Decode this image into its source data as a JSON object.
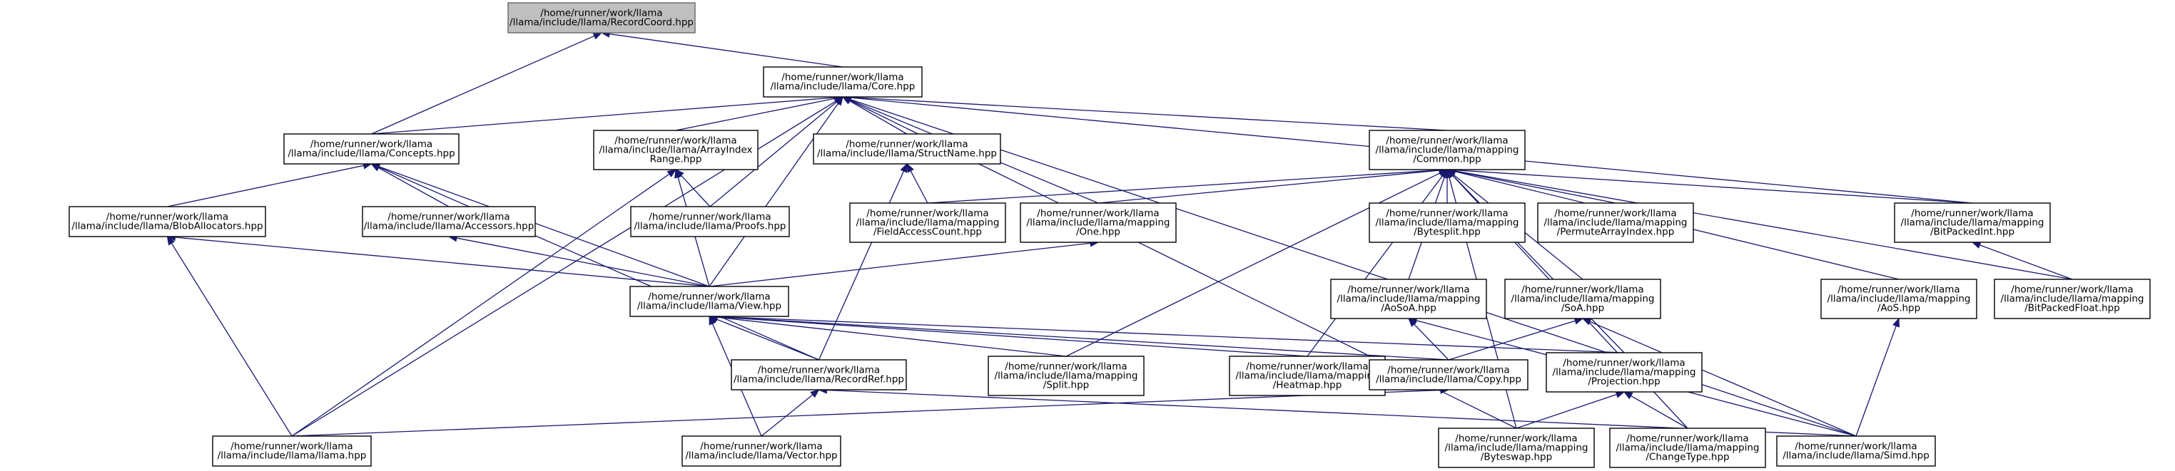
{
  "diagram": {
    "nodes": [
      {
        "id": "RecordCoord",
        "lines": [
          "/home/runner/work/llama",
          "/llama/include/llama/RecordCoord.hpp"
        ],
        "root": true
      },
      {
        "id": "Core",
        "lines": [
          "/home/runner/work/llama",
          "/llama/include/llama/Core.hpp"
        ]
      },
      {
        "id": "Concepts",
        "lines": [
          "/home/runner/work/llama",
          "/llama/include/llama/Concepts.hpp"
        ]
      },
      {
        "id": "ArrayIndexRange",
        "lines": [
          "/home/runner/work/llama",
          "/llama/include/llama/ArrayIndex",
          "Range.hpp"
        ]
      },
      {
        "id": "StructName",
        "lines": [
          "/home/runner/work/llama",
          "/llama/include/llama/StructName.hpp"
        ]
      },
      {
        "id": "Common",
        "lines": [
          "/home/runner/work/llama",
          "/llama/include/llama/mapping",
          "/Common.hpp"
        ]
      },
      {
        "id": "BlobAllocators",
        "lines": [
          "/home/runner/work/llama",
          "/llama/include/llama/BlobAllocators.hpp"
        ]
      },
      {
        "id": "Accessors",
        "lines": [
          "/home/runner/work/llama",
          "/llama/include/llama/Accessors.hpp"
        ]
      },
      {
        "id": "Proofs",
        "lines": [
          "/home/runner/work/llama",
          "/llama/include/llama/Proofs.hpp"
        ]
      },
      {
        "id": "FieldAccessCount",
        "lines": [
          "/home/runner/work/llama",
          "/llama/include/llama/mapping",
          "/FieldAccessCount.hpp"
        ]
      },
      {
        "id": "One",
        "lines": [
          "/home/runner/work/llama",
          "/llama/include/llama/mapping",
          "/One.hpp"
        ]
      },
      {
        "id": "Bytesplit",
        "lines": [
          "/home/runner/work/llama",
          "/llama/include/llama/mapping",
          "/Bytesplit.hpp"
        ]
      },
      {
        "id": "PermuteArrayIndex",
        "lines": [
          "/home/runner/work/llama",
          "/llama/include/llama/mapping",
          "/PermuteArrayIndex.hpp"
        ]
      },
      {
        "id": "BitPackedInt",
        "lines": [
          "/home/runner/work/llama",
          "/llama/include/llama/mapping",
          "/BitPackedInt.hpp"
        ]
      },
      {
        "id": "View",
        "lines": [
          "/home/runner/work/llama",
          "/llama/include/llama/View.hpp"
        ]
      },
      {
        "id": "AoSoA",
        "lines": [
          "/home/runner/work/llama",
          "/llama/include/llama/mapping",
          "/AoSoA.hpp"
        ]
      },
      {
        "id": "SoA",
        "lines": [
          "/home/runner/work/llama",
          "/llama/include/llama/mapping",
          "/SoA.hpp"
        ]
      },
      {
        "id": "AoS",
        "lines": [
          "/home/runner/work/llama",
          "/llama/include/llama/mapping",
          "/AoS.hpp"
        ]
      },
      {
        "id": "BitPackedFloat",
        "lines": [
          "/home/runner/work/llama",
          "/llama/include/llama/mapping",
          "/BitPackedFloat.hpp"
        ]
      },
      {
        "id": "RecordRef",
        "lines": [
          "/home/runner/work/llama",
          "/llama/include/llama/RecordRef.hpp"
        ]
      },
      {
        "id": "Split",
        "lines": [
          "/home/runner/work/llama",
          "/llama/include/llama/mapping",
          "/Split.hpp"
        ]
      },
      {
        "id": "Heatmap",
        "lines": [
          "/home/runner/work/llama",
          "/llama/include/llama/mapping",
          "/Heatmap.hpp"
        ]
      },
      {
        "id": "Copy",
        "lines": [
          "/home/runner/work/llama",
          "/llama/include/llama/Copy.hpp"
        ]
      },
      {
        "id": "Projection",
        "lines": [
          "/home/runner/work/llama",
          "/llama/include/llama/mapping",
          "/Projection.hpp"
        ]
      },
      {
        "id": "llama",
        "lines": [
          "/home/runner/work/llama",
          "/llama/include/llama/llama.hpp"
        ]
      },
      {
        "id": "Vector",
        "lines": [
          "/home/runner/work/llama",
          "/llama/include/llama/Vector.hpp"
        ]
      },
      {
        "id": "Byteswap",
        "lines": [
          "/home/runner/work/llama",
          "/llama/include/llama/mapping",
          "/Byteswap.hpp"
        ]
      },
      {
        "id": "ChangeType",
        "lines": [
          "/home/runner/work/llama",
          "/llama/include/llama/mapping",
          "/ChangeType.hpp"
        ]
      },
      {
        "id": "Simd",
        "lines": [
          "/home/runner/work/llama",
          "/llama/include/llama/Simd.hpp"
        ]
      }
    ],
    "edges": [
      {
        "from": "Core",
        "to": "RecordCoord"
      },
      {
        "from": "Concepts",
        "to": "RecordCoord"
      },
      {
        "from": "Concepts",
        "to": "Core"
      },
      {
        "from": "ArrayIndexRange",
        "to": "Core"
      },
      {
        "from": "StructName",
        "to": "Core"
      },
      {
        "from": "Common",
        "to": "Core"
      },
      {
        "from": "Proofs",
        "to": "Core"
      },
      {
        "from": "One",
        "to": "Core"
      },
      {
        "from": "BitPackedInt",
        "to": "Core"
      },
      {
        "from": "View",
        "to": "Core"
      },
      {
        "from": "llama",
        "to": "Core"
      },
      {
        "from": "Byteswap",
        "to": "Core"
      },
      {
        "from": "Simd",
        "to": "Core"
      },
      {
        "from": "BlobAllocators",
        "to": "Concepts"
      },
      {
        "from": "Accessors",
        "to": "Concepts"
      },
      {
        "from": "View",
        "to": "Concepts"
      },
      {
        "from": "RecordRef",
        "to": "Concepts"
      },
      {
        "from": "Proofs",
        "to": "ArrayIndexRange"
      },
      {
        "from": "View",
        "to": "ArrayIndexRange"
      },
      {
        "from": "llama",
        "to": "ArrayIndexRange"
      },
      {
        "from": "FieldAccessCount",
        "to": "StructName"
      },
      {
        "from": "RecordRef",
        "to": "StructName"
      },
      {
        "from": "FieldAccessCount",
        "to": "Common"
      },
      {
        "from": "One",
        "to": "Common"
      },
      {
        "from": "Bytesplit",
        "to": "Common"
      },
      {
        "from": "PermuteArrayIndex",
        "to": "Common"
      },
      {
        "from": "BitPackedInt",
        "to": "Common"
      },
      {
        "from": "AoSoA",
        "to": "Common"
      },
      {
        "from": "SoA",
        "to": "Common"
      },
      {
        "from": "AoS",
        "to": "Common"
      },
      {
        "from": "BitPackedFloat",
        "to": "Common"
      },
      {
        "from": "Split",
        "to": "Common"
      },
      {
        "from": "Heatmap",
        "to": "Common"
      },
      {
        "from": "Projection",
        "to": "Common"
      },
      {
        "from": "Byteswap",
        "to": "Common"
      },
      {
        "from": "ChangeType",
        "to": "Common"
      },
      {
        "from": "View",
        "to": "BlobAllocators"
      },
      {
        "from": "llama",
        "to": "BlobAllocators"
      },
      {
        "from": "View",
        "to": "Accessors"
      },
      {
        "from": "View",
        "to": "One"
      },
      {
        "from": "BitPackedFloat",
        "to": "BitPackedInt"
      },
      {
        "from": "RecordRef",
        "to": "View"
      },
      {
        "from": "Split",
        "to": "View"
      },
      {
        "from": "Heatmap",
        "to": "View"
      },
      {
        "from": "Copy",
        "to": "View"
      },
      {
        "from": "Projection",
        "to": "View"
      },
      {
        "from": "Vector",
        "to": "View"
      },
      {
        "from": "Copy",
        "to": "AoSoA"
      },
      {
        "from": "Simd",
        "to": "AoSoA"
      },
      {
        "from": "Copy",
        "to": "SoA"
      },
      {
        "from": "Simd",
        "to": "SoA"
      },
      {
        "from": "Simd",
        "to": "AoS"
      },
      {
        "from": "Vector",
        "to": "RecordRef"
      },
      {
        "from": "Simd",
        "to": "RecordRef"
      },
      {
        "from": "llama",
        "to": "Copy"
      },
      {
        "from": "Byteswap",
        "to": "Projection"
      },
      {
        "from": "ChangeType",
        "to": "Projection"
      }
    ]
  }
}
